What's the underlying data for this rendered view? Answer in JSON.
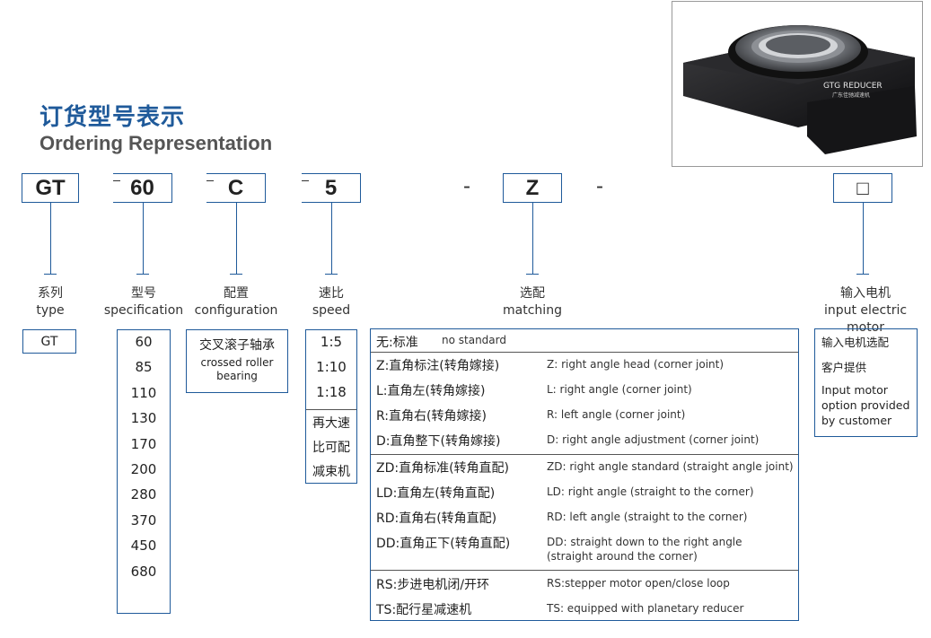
{
  "title_cn": "订货型号表示",
  "title_en": "Ordering Representation",
  "code": {
    "gt": "GT",
    "n60": "60",
    "c": "C",
    "n5": "5",
    "z": "Z",
    "dash": "-",
    "motor_symbol": "□"
  },
  "labels": {
    "type_cn": "系列",
    "type_en": "type",
    "spec_cn": "型号",
    "spec_en": "specification",
    "config_cn": "配置",
    "config_en": "configuration",
    "speed_cn": "速比",
    "speed_en": "speed",
    "match_cn": "选配",
    "match_en": "matching",
    "motor_cn": "输入电机",
    "motor_en": "input electric motor"
  },
  "type_value": "GT",
  "specifications": [
    "60",
    "85",
    "110",
    "130",
    "170",
    "200",
    "280",
    "370",
    "450",
    "680"
  ],
  "configuration": {
    "cn": "交叉滚子轴承",
    "en": "crossed roller bearing"
  },
  "speeds": [
    "1:5",
    "1:10",
    "1:18"
  ],
  "speed_note": [
    "再大速",
    "比可配",
    "减束机"
  ],
  "matching": [
    {
      "cn": "无:标准",
      "en": "no standard"
    },
    {
      "cn": "Z:直角标注(转角嫁接)",
      "en": "Z: right angle head (corner joint)"
    },
    {
      "cn": "L:直角左(转角嫁接)",
      "en": "L: right angle (corner joint)"
    },
    {
      "cn": "R:直角右(转角嫁接)",
      "en": "R: left angle (corner joint)"
    },
    {
      "cn": "D:直角整下(转角嫁接)",
      "en": "D: right angle adjustment (corner joint)"
    },
    {
      "cn": "ZD:直角标准(转角直配)",
      "en": "ZD: right angle standard (straight angle joint)"
    },
    {
      "cn": "LD:直角左(转角直配)",
      "en": "LD: right angle (straight to the corner)"
    },
    {
      "cn": "RD:直角右(转角直配)",
      "en": "RD: left angle (straight to the corner)"
    },
    {
      "cn": "DD:直角正下(转角直配)",
      "en": "DD: straight down to the right angle",
      "en2": "(straight around the corner)"
    },
    {
      "cn": "RS:步进电机闭/开环",
      "en": "RS:stepper motor open/close loop"
    },
    {
      "cn": "TS:配行星减速机",
      "en": "TS: equipped with planetary reducer"
    }
  ],
  "motor_info": {
    "line1": "输入电机选配",
    "line2": "客户提供",
    "line3": "Input motor option provided by customer"
  },
  "photo": {
    "brand": "GTG REDUCER",
    "sub": "广东佳驰减速机"
  },
  "colors": {
    "accent": "#1f5a9a",
    "photo_body": "#1d1d1f"
  }
}
